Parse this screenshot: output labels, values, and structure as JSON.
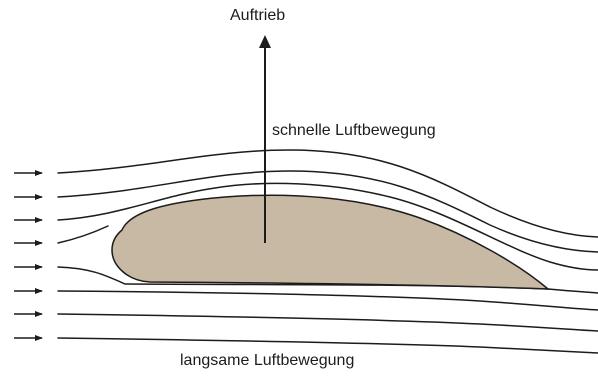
{
  "labels": {
    "lift": "Auftrieb",
    "fast_flow": "schnelle Luftbewegung",
    "slow_flow": "langsame Luftbewegung"
  },
  "colors": {
    "airfoil_fill": "#c8b9a4",
    "lines": "#1c1c1c",
    "background": "#ffffff"
  },
  "icons": [
    "inflow-arrow-icon",
    "lift-arrow-icon"
  ]
}
